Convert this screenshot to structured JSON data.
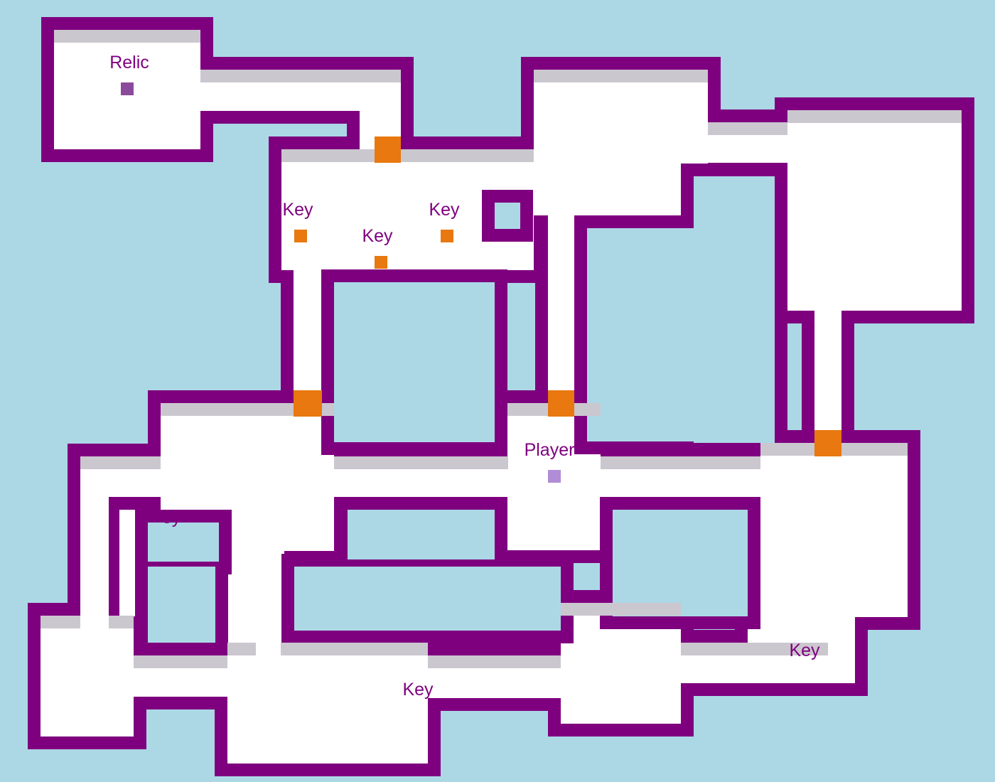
{
  "colors": {
    "background": "#acd8e6",
    "wall": "#7f007f",
    "floor": "#ffffff",
    "wall_edge": "#cbc7cf",
    "door": "#e8780f",
    "key": "#e8780f",
    "relic": "#8b4a9c",
    "player": "#b08dd6",
    "label": "#7f007f"
  },
  "entities": {
    "relic": {
      "label": "Relic",
      "icon": "relic-square"
    },
    "player": {
      "label": "Player",
      "icon": "player-square"
    },
    "keys": [
      {
        "label": "Key",
        "icon": "key-square"
      },
      {
        "label": "Key",
        "icon": "key-square"
      },
      {
        "label": "Key",
        "icon": "key-square"
      },
      {
        "label": "ey",
        "icon": "key-square"
      },
      {
        "label": "Key",
        "icon": "key-square"
      },
      {
        "label": "Key",
        "icon": "key-square"
      }
    ]
  },
  "doors_count": 4
}
